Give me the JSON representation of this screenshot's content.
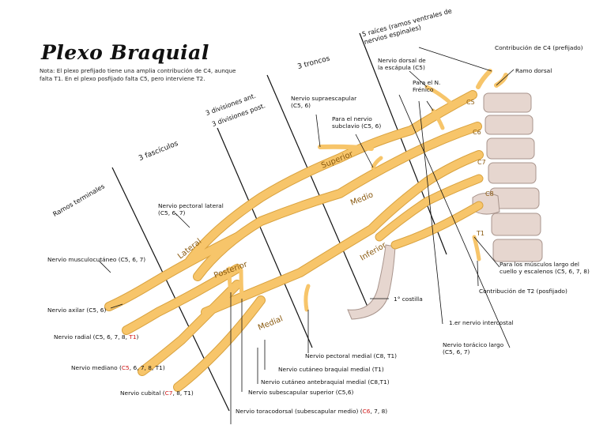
{
  "title": "Plexo Braquial",
  "note": "Nota: El plexo prefijado tiene una amplia contribución de C4, aunque falta T1. En el plexo posfijado falta C5, pero interviene T2.",
  "section_headers": {
    "raices": "5 raíces (ramos ventrales de nervios espinales)",
    "troncos": "3 troncos",
    "divisiones_ant": "3 divisiones ant.",
    "divisiones_post": "3 divisiones post.",
    "fasciculos": "3 fascículos",
    "ramos_terminales": "Ramos terminales"
  },
  "structure_labels": {
    "superior": "Superior",
    "medio": "Medio",
    "inferior": "Inferior",
    "lateral": "Lateral",
    "posterior": "Posterior",
    "medial": "Medial",
    "c5": "C5",
    "c6": "C6",
    "c7": "C7",
    "c8": "C8",
    "t1": "T1"
  },
  "labels": {
    "contribucion_c4": "Contribución de C4 (prefijado)",
    "ramo_dorsal": "Ramo dorsal",
    "dorsal_escapula_1": "Nervio dorsal de",
    "dorsal_escapula_2": "la escápula (C5)",
    "frenico_1": "Para el N.",
    "frenico_2": "Frénico",
    "supraescapular_1": "Nervio supraescapular",
    "supraescapular_2": "(C5, 6)",
    "subclavio_1": "Para el nervio",
    "subclavio_2": "subclavio (C5, 6)",
    "pectoral_lateral_1": "Nervio pectoral lateral",
    "pectoral_lateral_2": "(C5, 6, 7)",
    "musculocutaneo": "Nervio musculocutáneo (C5, 6, 7)",
    "axilar": "Nervio axilar (C5, 6)",
    "radial_a": "Nervio radial (C5, 6, 7, 8, ",
    "radial_red": "T1",
    "radial_b": ")",
    "mediano_a": "Nervio mediano (",
    "mediano_red": "C5",
    "mediano_b": ", 6, 7, 8, T1)",
    "cubital_a": "Nervio cubital (",
    "cubital_red": "C7",
    "cubital_b": ", 8, T1)",
    "toracodorsal_a": "Nervio toracodorsal (subescapular medio) (",
    "toracodorsal_red": "C6",
    "toracodorsal_b": ", 7, 8)",
    "subescapular_sup": "Nervio subescapular superior (C5,6)",
    "cutaneo_antebraquial": "Nervio cutáneo antebraquial medial (C8,T1)",
    "cutaneo_braquial": "Nervio cutáneo braquial medial (T1)",
    "pectoral_medial": "Nervio pectoral medial (C8, T1)",
    "primera_costilla": "1° costilla",
    "intercostal": "1.er nervio intercostal",
    "toracico_largo_1": "Nervio torácico largo",
    "toracico_largo_2": "(C5, 6, 7)",
    "contribucion_t2": "Contribución de T2 (posfijado)",
    "musculos_largo_1": "Para los músculos largo del",
    "musculos_largo_2": "cuello y escalenos (C5, 6, 7, 8)"
  },
  "colors": {
    "nerve": "#f7c56a",
    "nerve_edge": "#d9a23e",
    "bone": "#e6d6cf",
    "bone_edge": "#a8948c",
    "red": "#d01818"
  }
}
